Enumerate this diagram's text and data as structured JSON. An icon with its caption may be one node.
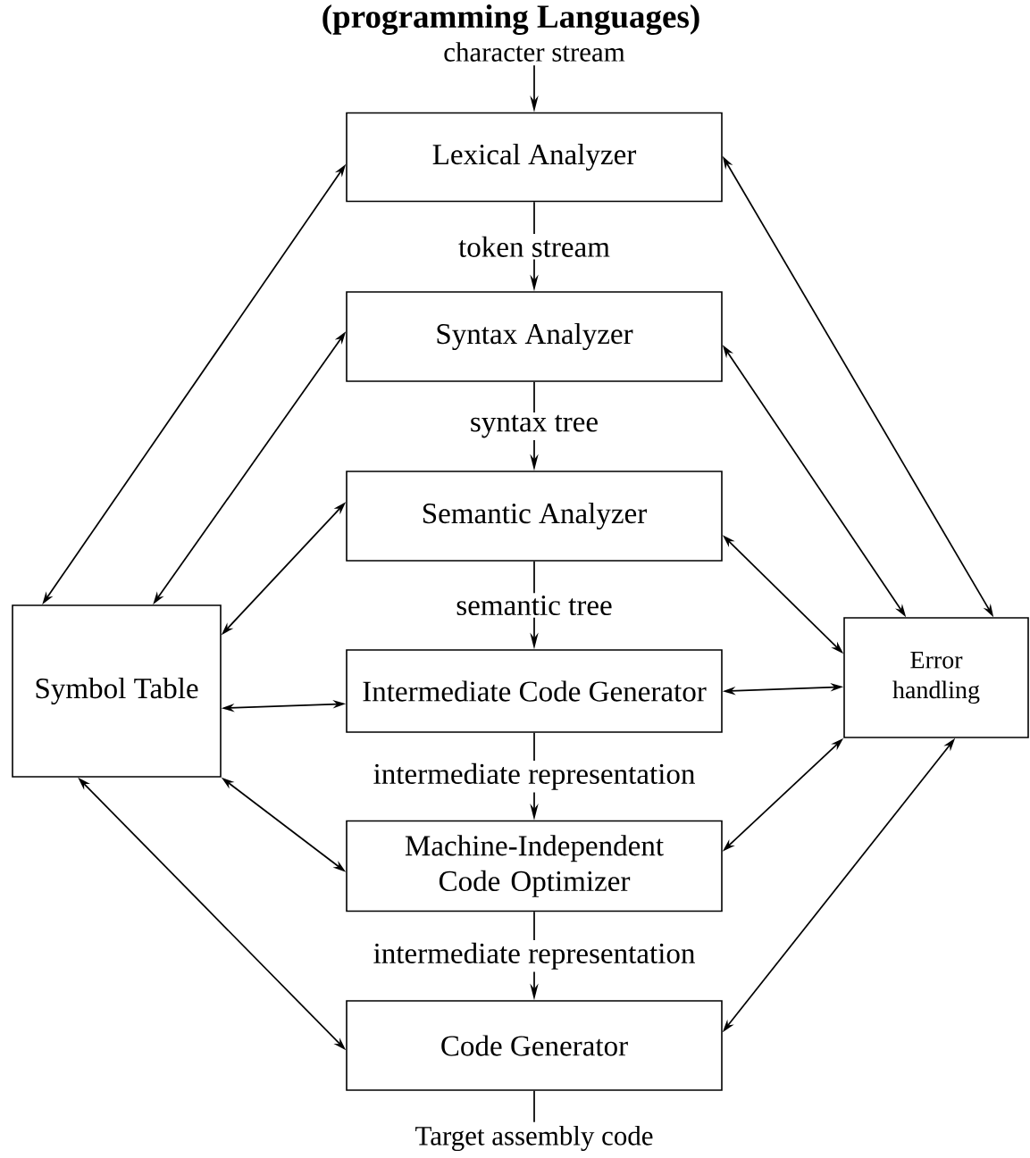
{
  "diagram": {
    "title": "(programming Languages)",
    "nodes": [
      {
        "text": [
          "character stream"
        ]
      },
      {
        "text": [
          "Lexical Analyzer"
        ]
      },
      {
        "text": [
          "Syntax Analyzer"
        ]
      },
      {
        "text": [
          "Semantic Analyzer"
        ]
      },
      {
        "text": [
          "Intermediate Code Generator"
        ]
      },
      {
        "text": [
          "Machine-Independent Code Optimizer"
        ]
      },
      {
        "text": [
          "Code Generator"
        ]
      },
      {
        "text": [
          "Target assembly code"
        ]
      },
      {
        "text": [
          "Symbol Table"
        ]
      },
      {
        "text": [
          "Error handling"
        ]
      }
    ],
    "edges": [
      {
        "from": 0,
        "to": 1,
        "arrow": "to"
      },
      {
        "from": 1,
        "to": 2,
        "arrow": "to",
        "label": "token stream"
      },
      {
        "from": 2,
        "to": 3,
        "arrow": "to",
        "label": "syntax tree"
      },
      {
        "from": 3,
        "to": 4,
        "arrow": "to",
        "label": "semantic tree"
      },
      {
        "from": 4,
        "to": 5,
        "arrow": "to",
        "label": "intermediate representation"
      },
      {
        "from": 5,
        "to": 6,
        "arrow": "to",
        "label": "intermediate representation"
      },
      {
        "from": 6,
        "to": 7,
        "arrow": "none"
      },
      {
        "from": 8,
        "to": 1,
        "arrow": "both"
      },
      {
        "from": 8,
        "to": 2,
        "arrow": "both"
      },
      {
        "from": 8,
        "to": 3,
        "arrow": "both"
      },
      {
        "from": 8,
        "to": 4,
        "arrow": "both"
      },
      {
        "from": 8,
        "to": 5,
        "arrow": "both"
      },
      {
        "from": 8,
        "to": 6,
        "arrow": "both"
      },
      {
        "from": 9,
        "to": 1,
        "arrow": "both"
      },
      {
        "from": 9,
        "to": 2,
        "arrow": "both"
      },
      {
        "from": 9,
        "to": 3,
        "arrow": "both"
      },
      {
        "from": 9,
        "to": 4,
        "arrow": "both"
      },
      {
        "from": 9,
        "to": 5,
        "arrow": "both"
      },
      {
        "from": 9,
        "to": 6,
        "arrow": "both"
      }
    ]
  }
}
